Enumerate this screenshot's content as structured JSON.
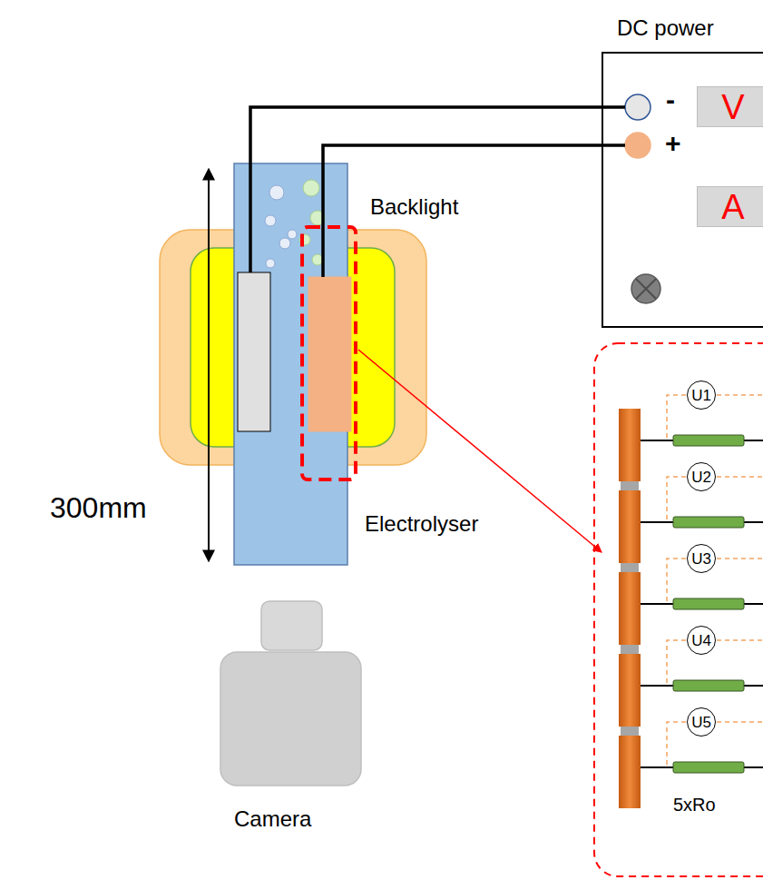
{
  "diagram": {
    "nodes": [
      {
        "text": [
          "DC power"
        ]
      },
      {
        "text": [
          "V"
        ],
        "in": 0
      },
      {
        "text": [
          "A"
        ],
        "in": 0
      },
      {
        "text": [
          "U1"
        ]
      },
      {
        "text": [
          "U2"
        ]
      },
      {
        "text": [
          "U3"
        ]
      },
      {
        "text": [
          "U4"
        ]
      },
      {
        "text": [
          "U5"
        ]
      }
    ],
    "labels": [
      "-",
      "+",
      "Backlight",
      "300mm",
      "Electrolyser",
      "Camera",
      "5xRo"
    ]
  }
}
